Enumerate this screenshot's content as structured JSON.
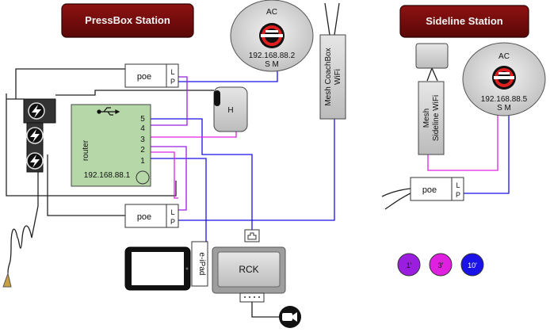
{
  "titles": {
    "pressbox": "PressBox Station",
    "sideline": "Sideline Station"
  },
  "ac_left": {
    "label": "AC",
    "ip": "192.168.88.2",
    "ports": "S  M"
  },
  "ac_right": {
    "label": "AC",
    "ip": "192.168.88.5",
    "ports": "S  M"
  },
  "router": {
    "label": "router",
    "ip": "192.168.88.1",
    "ports": [
      "5",
      "4",
      "3",
      "2",
      "1"
    ]
  },
  "poe_top": {
    "label": "poe",
    "l": "L",
    "p": "P"
  },
  "poe_mid": {
    "label": "poe",
    "l": "L",
    "p": "P"
  },
  "poe_right": {
    "label": "poe",
    "l": "L",
    "p": "P"
  },
  "hub": {
    "label": "H"
  },
  "mesh_coachbox": {
    "line1": "Mesh CoachBox",
    "line2": "WiFi"
  },
  "mesh_sideline": {
    "line1": "Mesh",
    "line2": "Sideline  WiFi"
  },
  "epad": {
    "label": "e-iPad"
  },
  "rck": {
    "label": "RCK"
  },
  "legend": [
    {
      "label": "1'",
      "color": "#9b1ee0"
    },
    {
      "label": "3'",
      "color": "#e020e0"
    },
    {
      "label": "10'",
      "color": "#1a12e6"
    }
  ],
  "colors": {
    "title_bg": "#7a0c0c",
    "blue": "#1a12e6",
    "violet": "#9b1ee0",
    "magenta": "#e020e0",
    "router_fill": "#b6d7a8",
    "gray_fill": "#cccccc",
    "accent_red": "#e02020"
  },
  "icons": [
    "lightning-bolt-icon",
    "usb-icon",
    "ethernet-jack-icon",
    "video-camera-icon",
    "ac-logo-icon"
  ]
}
